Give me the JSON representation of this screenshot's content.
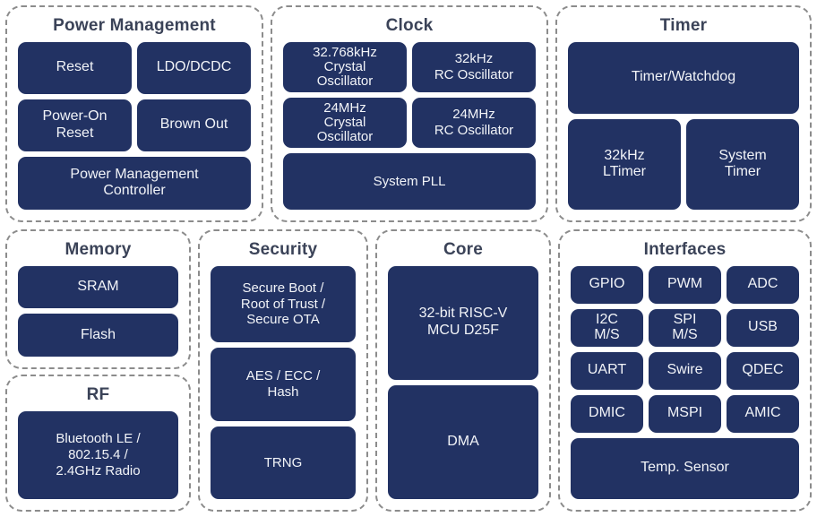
{
  "diagram": {
    "colors": {
      "block_fill": "#223263",
      "block_text": "#f2f4f8",
      "title_text": "#3b4358",
      "dashed_border": "#8c8c8c",
      "background": "#ffffff"
    },
    "groups": {
      "power_management": {
        "title": "Power Management",
        "blocks": {
          "reset": "Reset",
          "ldo_dcdc": "LDO/DCDC",
          "power_on_reset": "Power-On\nReset",
          "brown_out": "Brown Out",
          "power_management_controller": "Power Management\nController"
        }
      },
      "clock": {
        "title": "Clock",
        "blocks": {
          "xtal_32768": "32.768kHz\nCrystal\nOscillator",
          "rc_32k": "32kHz\nRC Oscillator",
          "xtal_24m": "24MHz\nCrystal\nOscillator",
          "rc_24m": "24MHz\nRC Oscillator",
          "system_pll": "System PLL"
        }
      },
      "timer": {
        "title": "Timer",
        "blocks": {
          "timer_watchdog": "Timer/Watchdog",
          "ltimer_32k": "32kHz\nLTimer",
          "system_timer": "System\nTimer"
        }
      },
      "memory": {
        "title": "Memory",
        "blocks": {
          "sram": "SRAM",
          "flash": "Flash"
        }
      },
      "rf": {
        "title": "RF",
        "blocks": {
          "radio": "Bluetooth LE /\n802.15.4 /\n2.4GHz Radio"
        }
      },
      "security": {
        "title": "Security",
        "blocks": {
          "secure_boot": "Secure Boot /\nRoot of Trust /\nSecure OTA",
          "crypto": "AES / ECC /\nHash",
          "trng": "TRNG"
        }
      },
      "core": {
        "title": "Core",
        "blocks": {
          "cpu": "32-bit RISC-V\nMCU D25F",
          "dma": "DMA"
        }
      },
      "interfaces": {
        "title": "Interfaces",
        "blocks": {
          "gpio": "GPIO",
          "pwm": "PWM",
          "adc": "ADC",
          "i2c": "I2C\nM/S",
          "spi": "SPI\nM/S",
          "usb": "USB",
          "uart": "UART",
          "swire": "Swire",
          "qdec": "QDEC",
          "dmic": "DMIC",
          "mspi": "MSPI",
          "amic": "AMIC",
          "temp_sensor": "Temp. Sensor"
        }
      }
    }
  }
}
